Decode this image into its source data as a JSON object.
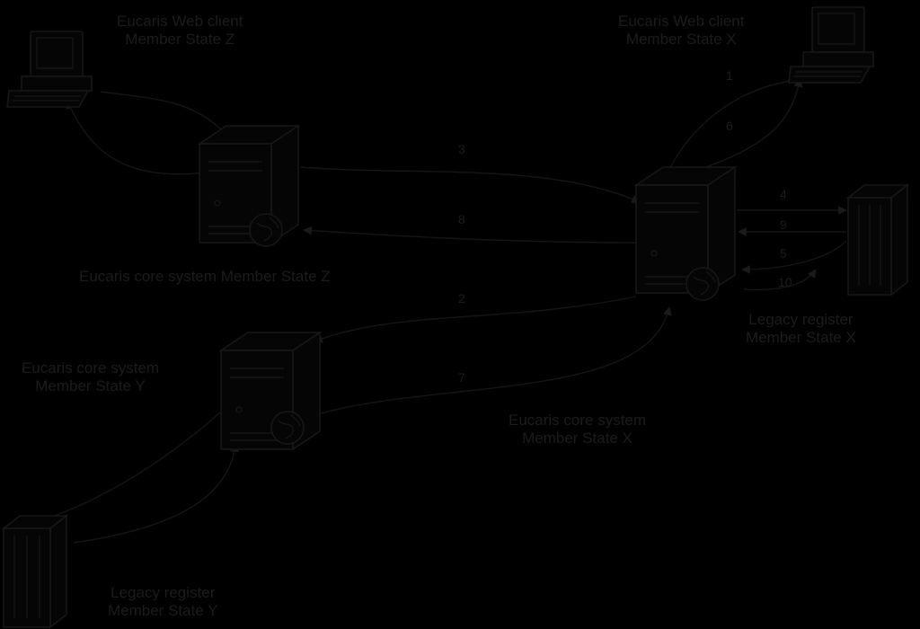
{
  "colors": {
    "background": "#000000",
    "ink": "#1c1c1c"
  },
  "labels": {
    "web_client_z": [
      "Eucaris Web client",
      "Member State Z"
    ],
    "web_client_x": [
      "Eucaris Web client",
      "Member State X"
    ],
    "core_system_z": [
      "Eucaris core system Member State Z"
    ],
    "core_system_y": [
      "Eucaris core system",
      "Member State Y"
    ],
    "core_system_x": [
      "Eucaris core system",
      "Member State X"
    ],
    "legacy_register_x": [
      "Legacy register",
      "Member State X"
    ],
    "legacy_register_y": [
      "Legacy register",
      "Member State Y"
    ]
  },
  "steps": [
    "1",
    "2",
    "3",
    "4",
    "5",
    "6",
    "7",
    "8",
    "9",
    "10"
  ],
  "icons": {
    "workstation": "desktop-computer-icon",
    "server": "tower-server-icon",
    "globe": "globe-icon",
    "rack": "server-rack-icon"
  }
}
